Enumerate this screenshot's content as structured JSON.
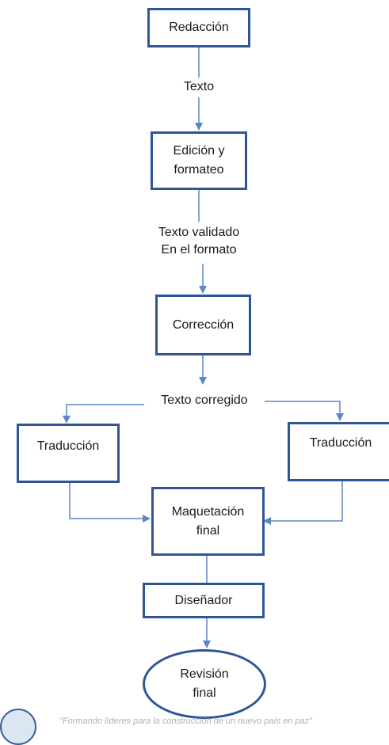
{
  "nodes": {
    "redaccion": "Redacción",
    "edicion_line1": "Edición y",
    "edicion_line2": "formateo",
    "correccion": "Corrección",
    "traduccion_left": "Traducción",
    "traduccion_right": "Traducción",
    "maquetacion_line1": "Maquetación",
    "maquetacion_line2": "final",
    "disenador": "Diseñador",
    "revision_line1": "Revisión",
    "revision_line2": "final"
  },
  "edge_labels": {
    "texto": "Texto",
    "texto_validado_line1": "Texto validado",
    "texto_validado_line2": "En el formato",
    "texto_corregido": "Texto corregido"
  },
  "footer": {
    "slogan": "\"Formando líderes para la construcción de un nuevo país en paz\""
  },
  "colors": {
    "box_border": "#2e5597",
    "connector": "#5b87c5"
  }
}
